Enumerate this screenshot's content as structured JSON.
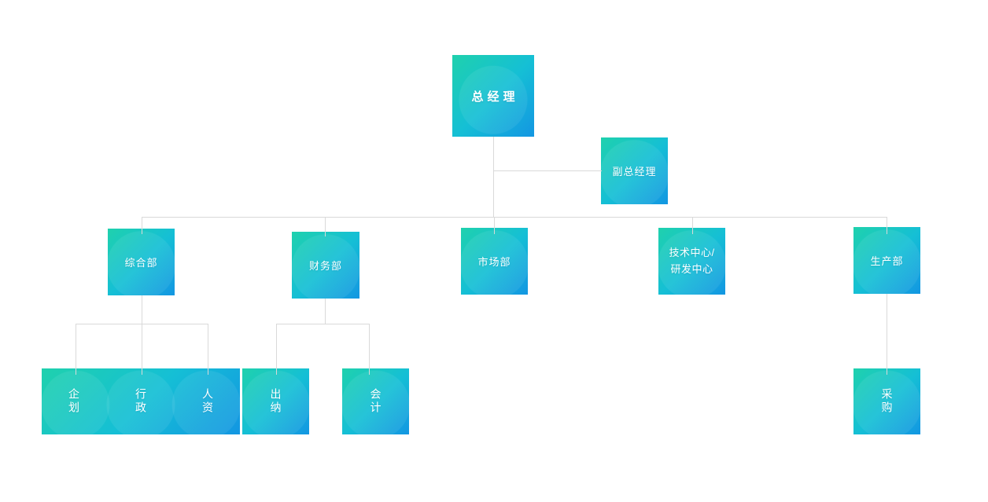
{
  "chart": {
    "type": "org-chart",
    "root": {
      "label": "总经理"
    },
    "deputy": {
      "label": "副总经理"
    },
    "departments": [
      {
        "label": "综合部"
      },
      {
        "label": "财务部"
      },
      {
        "label": "市场部"
      },
      {
        "label": "技术中心/\n研发中心"
      },
      {
        "label": "生产部"
      }
    ],
    "teams": {
      "general": [
        {
          "label": "企划"
        },
        {
          "label": "行政"
        },
        {
          "label": "人资"
        }
      ],
      "finance": [
        {
          "label": "出纳"
        },
        {
          "label": "会计"
        }
      ],
      "production": [
        {
          "label": "采购"
        }
      ]
    }
  },
  "colors": {
    "node_gradient_start": "#1fd1ad",
    "node_gradient_mid": "#15bfd5",
    "node_gradient_end": "#1396e2",
    "connector": "#d9d9d9",
    "node_text": "#ffffff",
    "page_background": "#ffffff"
  }
}
